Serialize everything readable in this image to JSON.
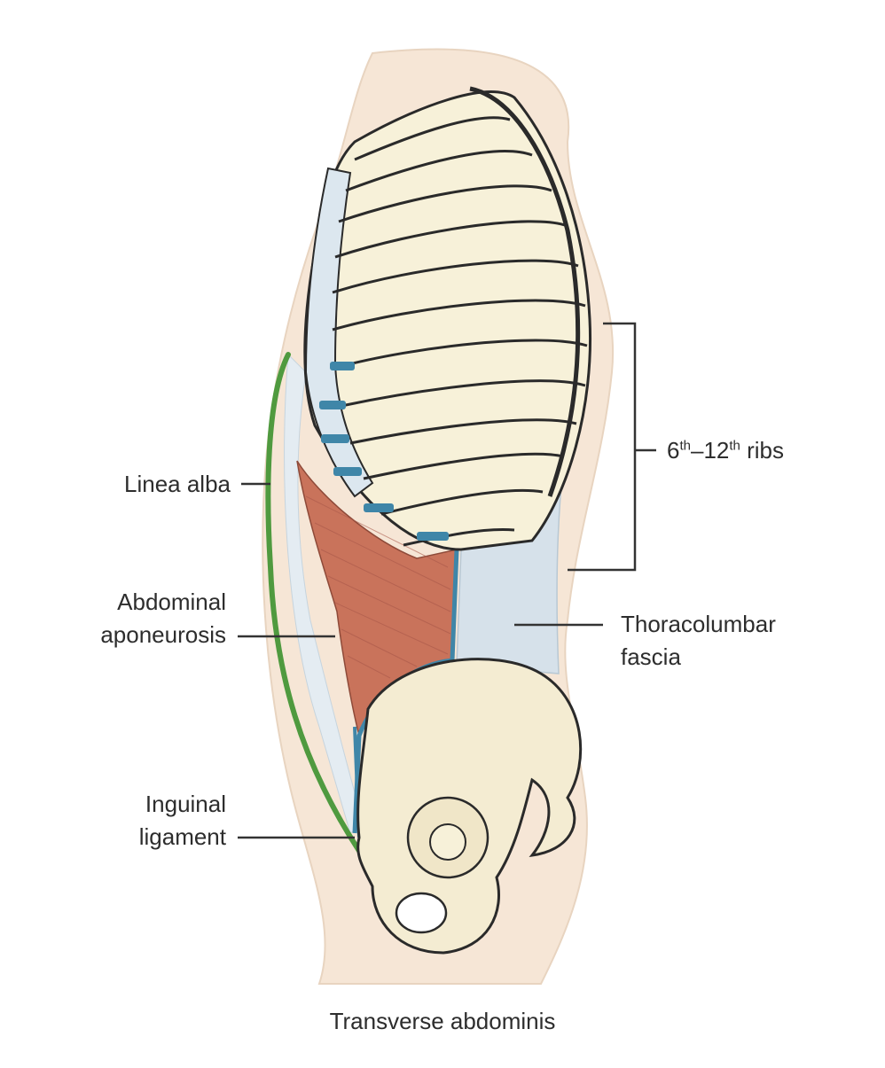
{
  "figure": {
    "caption": "Transverse abdominis",
    "labels": {
      "linea_alba": "Linea alba",
      "abdominal_aponeurosis_line1": "Abdominal",
      "abdominal_aponeurosis_line2": "aponeurosis",
      "inguinal_ligament_line1": "Inguinal",
      "inguinal_ligament_line2": "ligament",
      "ribs_start": "6",
      "ribs_start_sup": "th",
      "ribs_dash": "–12",
      "ribs_end_sup": "th",
      "ribs_tail": " ribs",
      "thoracolumbar_line1": "Thoracolumbar",
      "thoracolumbar_line2": "fascia"
    }
  },
  "colors": {
    "skin": "#f6e6d6",
    "bone": "#f7f1d9",
    "bone_outline": "#2a2a2a",
    "cartilage": "#dce7ef",
    "muscle": "#c9735b",
    "fascia": "#d6e1ea",
    "linea_alba_green": "#4f9a3f",
    "tendon_blue": "#3f86a8",
    "leader_line": "#333333"
  }
}
